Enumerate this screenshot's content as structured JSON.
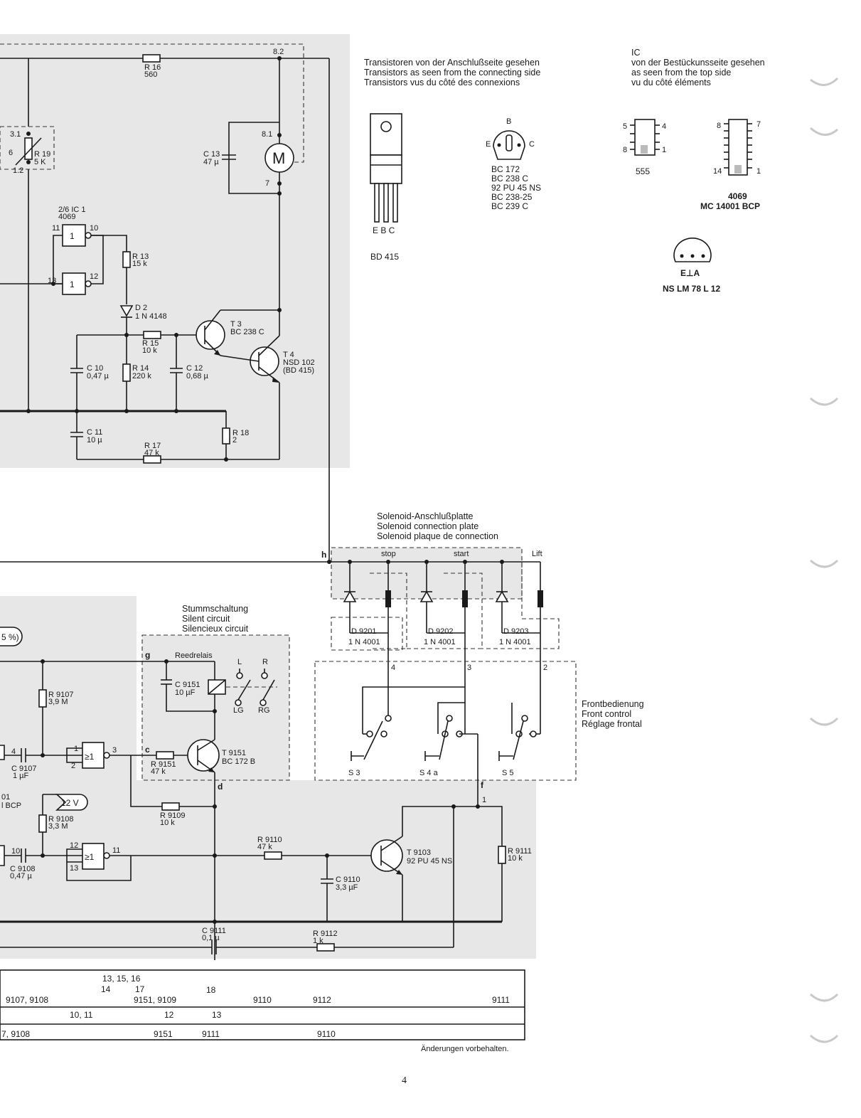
{
  "header": {
    "transistors_title": [
      "Transistoren von der Anschlußseite gesehen",
      "Transistors as seen from the connecting side",
      "Transistors vus du côté des connexions"
    ],
    "ic_title": [
      "IC",
      "von der Bestückunsseite gesehen",
      "as seen from the top side",
      "vu du côté éléments"
    ]
  },
  "transistor_types": {
    "bd415_pins": "E B C",
    "bd415_name": "BD 415",
    "to92_pin_b": "B",
    "to92_pin_e": "E",
    "to92_pin_c": "C",
    "to92_list": [
      "BC 172",
      "BC 238 C",
      "92 PU 45 NS",
      "BC 238-25",
      "BC 239 C"
    ]
  },
  "ic_types": {
    "ic555_pins": [
      "5",
      "4",
      "8",
      "1"
    ],
    "ic555_name": "555",
    "ic14_pins": [
      "8",
      "7",
      "14",
      "1"
    ],
    "ic14_name": "4069",
    "ic14_alt": "MC 14001 BCP",
    "reg_pins": "E⊥A",
    "reg_name": "NS LM 78 L 12"
  },
  "motor_section": {
    "r16": [
      "R 16",
      "560"
    ],
    "node_82": "8.2",
    "node_81": "8.1",
    "node_7": "7",
    "motor": "M",
    "c13": [
      "C 13",
      "47 µ"
    ],
    "r19": [
      "R 19",
      "5 K"
    ],
    "node_31": "3.1",
    "node_6": "6",
    "node_12": "1.2",
    "ic1_label": [
      "2/6 IC 1",
      "4069"
    ],
    "ic1_pins": [
      "11",
      "10",
      "13",
      "12"
    ],
    "inverter": "1",
    "r13": [
      "R 13",
      "15 k"
    ],
    "d2": [
      "D 2",
      "1 N 4148"
    ],
    "r15": [
      "R 15",
      "10 k"
    ],
    "t3": [
      "T 3",
      "BC 238 C"
    ],
    "t4": [
      "T 4",
      "NSD 102",
      "(BD 415)"
    ],
    "c10": [
      "C 10",
      "0,47 µ"
    ],
    "r14": [
      "R 14",
      "220 k"
    ],
    "c12": [
      "C 12",
      "0,68 µ"
    ],
    "c11": [
      "C 11",
      "10 µ"
    ],
    "r17": [
      "R 17",
      "47 k"
    ],
    "r18": [
      "R 18",
      "2"
    ]
  },
  "solenoid": {
    "title": [
      "Solenoid-Anschlußplatte",
      "Solenoid connection plate",
      "Solenoid plaque de connection"
    ],
    "node_h": "h",
    "stop": "stop",
    "start": "start",
    "lift": "Lift",
    "diodes": [
      [
        "D 9201",
        "1 N 4001"
      ],
      [
        "D 9202",
        "1 N 4001"
      ],
      [
        "D 9203",
        "1 N 4001"
      ]
    ],
    "wire_nums": [
      "4",
      "3",
      "2"
    ]
  },
  "front": {
    "title": [
      "Frontbedienung",
      "Front control",
      "Réglage frontal"
    ],
    "switches": [
      "S 3",
      "S 4 a",
      "S 5"
    ]
  },
  "silent": {
    "title": [
      "Stummschaltung",
      "Silent circuit",
      "Silencieux circuit"
    ],
    "reed": "Reedrelais",
    "node_g": "g",
    "node_c": "c",
    "node_d": "d",
    "c9151": [
      "C 9151",
      "10 µF"
    ],
    "l": "L",
    "r": "R",
    "lg": "LG",
    "rg": "RG",
    "r9151": [
      "R 9151",
      "47 k"
    ],
    "t9151": [
      "T 9151",
      "BC 172 B"
    ]
  },
  "lower": {
    "pct": "5 %)",
    "r9107": [
      "R 9107",
      "3,9 M"
    ],
    "c9107": [
      "C 9107",
      "1 µF"
    ],
    "gate_sym": "≥1",
    "pins_a": [
      "4",
      "1",
      "2",
      "3"
    ],
    "fragment_01": "01",
    "fragment_bcp": "l BCP",
    "v12": "12 V",
    "r9108": [
      "R 9108",
      "3,3 M"
    ],
    "r9109": [
      "R 9109",
      "10 k"
    ],
    "c9108": [
      "C 9108",
      "0,47 µ"
    ],
    "pins_b": [
      "10",
      "12",
      "13",
      "11"
    ],
    "r9110": [
      "R 9110",
      "47 k"
    ],
    "t9103": [
      "T 9103",
      "92 PU 45 NS"
    ],
    "node_f": "f",
    "node_1": "1",
    "r9111": [
      "R 9111",
      "10 k"
    ],
    "c9110": [
      "C 9110",
      "3,3 µF"
    ],
    "c9111": [
      "C 9111",
      "0,1 µ"
    ],
    "r9112": [
      "R 9112",
      "1 k"
    ]
  },
  "table": {
    "row_top_a": "13, 15, 16",
    "row_top_b": "14",
    "row_top_c": "17",
    "row_top_d": "18",
    "row1": [
      "9107, 9108",
      "9151, 9109",
      "9110",
      "9112",
      "9111"
    ],
    "row2": [
      "10, 11",
      "12",
      "13"
    ],
    "row3": [
      "7, 9108",
      "9151",
      "9111",
      "9110"
    ]
  },
  "footer": {
    "note": "Änderungen vorbehalten.",
    "page": "4"
  }
}
